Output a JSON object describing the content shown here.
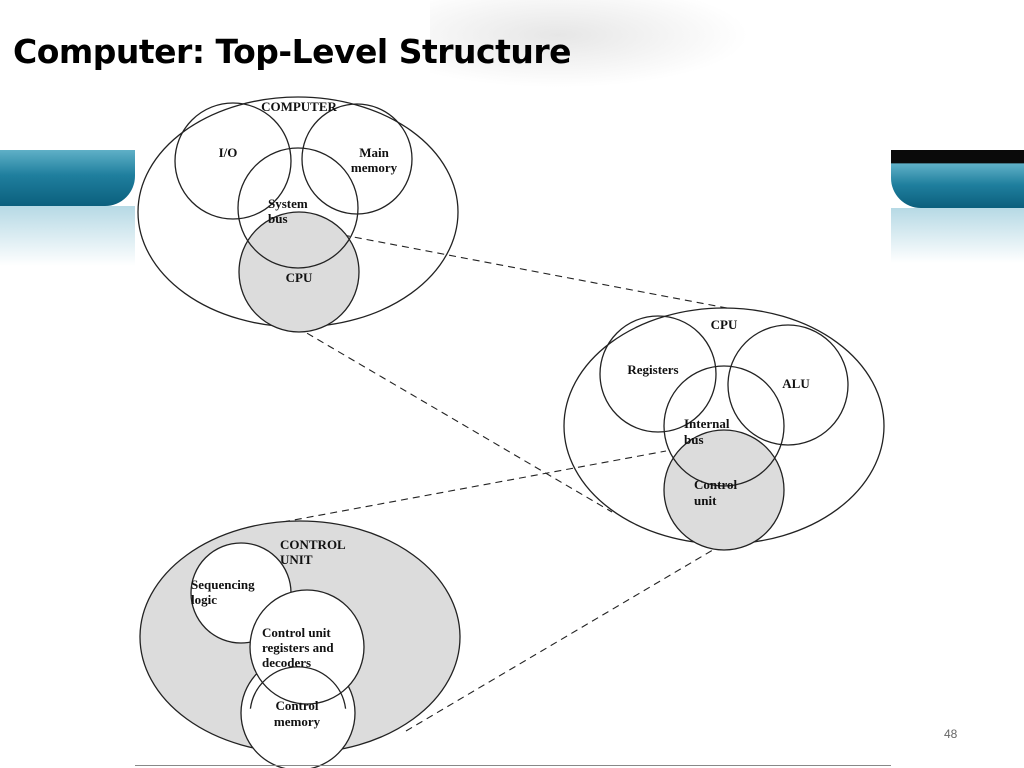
{
  "title": "Computer: Top-Level Structure",
  "page_number": "48",
  "colors": {
    "shaded": "#dcdcdc",
    "band_teal": "#1f7f9e",
    "outline": "#222222"
  },
  "diagram": {
    "computer": {
      "label": "COMPUTER",
      "io": "I/O",
      "main_memory": [
        "Main",
        "memory"
      ],
      "system_bus": [
        "System",
        "bus"
      ],
      "cpu": "CPU"
    },
    "cpu": {
      "label": "CPU",
      "registers": "Registers",
      "alu": "ALU",
      "internal_bus": [
        "Internal",
        "bus"
      ],
      "control_unit": [
        "Control",
        "unit"
      ]
    },
    "control_unit": {
      "label": [
        "CONTROL",
        "UNIT"
      ],
      "sequencing_logic": [
        "Sequencing",
        "logic"
      ],
      "registers_decoders": [
        "Control unit",
        "registers and",
        "decoders"
      ],
      "control_memory": [
        "Control",
        "memory"
      ]
    }
  }
}
